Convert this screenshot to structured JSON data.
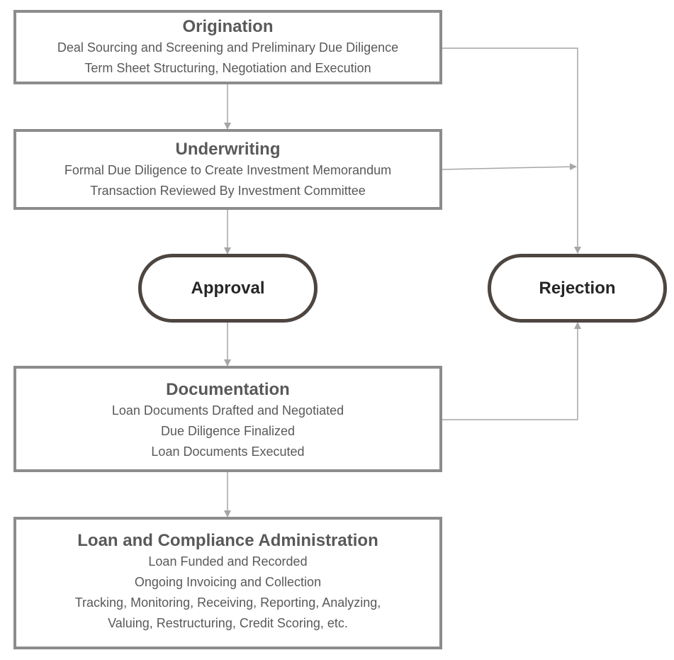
{
  "origination": {
    "title": "Origination",
    "lines": [
      "Deal Sourcing and Screening and Preliminary Due Diligence",
      "Term Sheet Structuring, Negotiation and Execution"
    ]
  },
  "underwriting": {
    "title": "Underwriting",
    "lines": [
      "Formal Due Diligence to Create Investment Memorandum",
      "Transaction Reviewed By Investment Committee"
    ]
  },
  "approval": {
    "label": "Approval"
  },
  "rejection": {
    "label": "Rejection"
  },
  "documentation": {
    "title": "Documentation",
    "lines": [
      "Loan Documents Drafted and Negotiated",
      "Due Diligence Finalized",
      "Loan Documents Executed"
    ]
  },
  "administration": {
    "title": "Loan and Compliance Administration",
    "lines": [
      "Loan Funded and Recorded",
      "Ongoing Invoicing and Collection",
      "Tracking, Monitoring, Receiving, Reporting, Analyzing,",
      "Valuing, Restructuring, Credit Scoring, etc."
    ]
  },
  "colors": {
    "box_border": "#8c8c8c",
    "pill_border": "#4d4540",
    "connector": "#a6a6a6",
    "text": "#595959",
    "pill_text": "#262626"
  }
}
